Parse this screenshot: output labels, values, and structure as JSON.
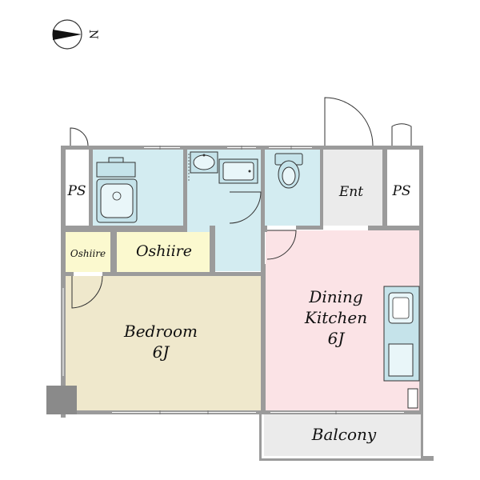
{
  "compass": {
    "letter": "N",
    "icon": "north-arrow-icon"
  },
  "rooms": {
    "ps_left": {
      "label": "PS"
    },
    "ps_right": {
      "label": "PS"
    },
    "entrance": {
      "label": "Ent"
    },
    "oshiire_small": {
      "label": "Oshiire"
    },
    "oshiire_large": {
      "label": "Oshiire"
    },
    "bedroom": {
      "label": "Bedroom",
      "size": "6J"
    },
    "dining_kitchen": {
      "line1": "Dining",
      "line2": "Kitchen",
      "size": "6J"
    },
    "balcony": {
      "label": "Balcony"
    }
  },
  "fixtures": {
    "washing_machine": "washing-machine-icon",
    "washbasin": "washbasin-icon",
    "bathtub": "bathtub-icon",
    "toilet": "toilet-icon",
    "kitchen_sink": "kitchen-sink-icon",
    "stove": "stove-icon",
    "refrigerator": "refrigerator-icon"
  },
  "colors": {
    "wall": "#9b9b9b",
    "wet_area": "#d3ecf1",
    "bedroom": "#efe8cc",
    "dining_kitchen": "#fbe3e6",
    "oshiire": "#fbf9cf",
    "entrance": "#ebebeb",
    "balcony": "#ebebeb",
    "counter": "#c5e3ea"
  }
}
